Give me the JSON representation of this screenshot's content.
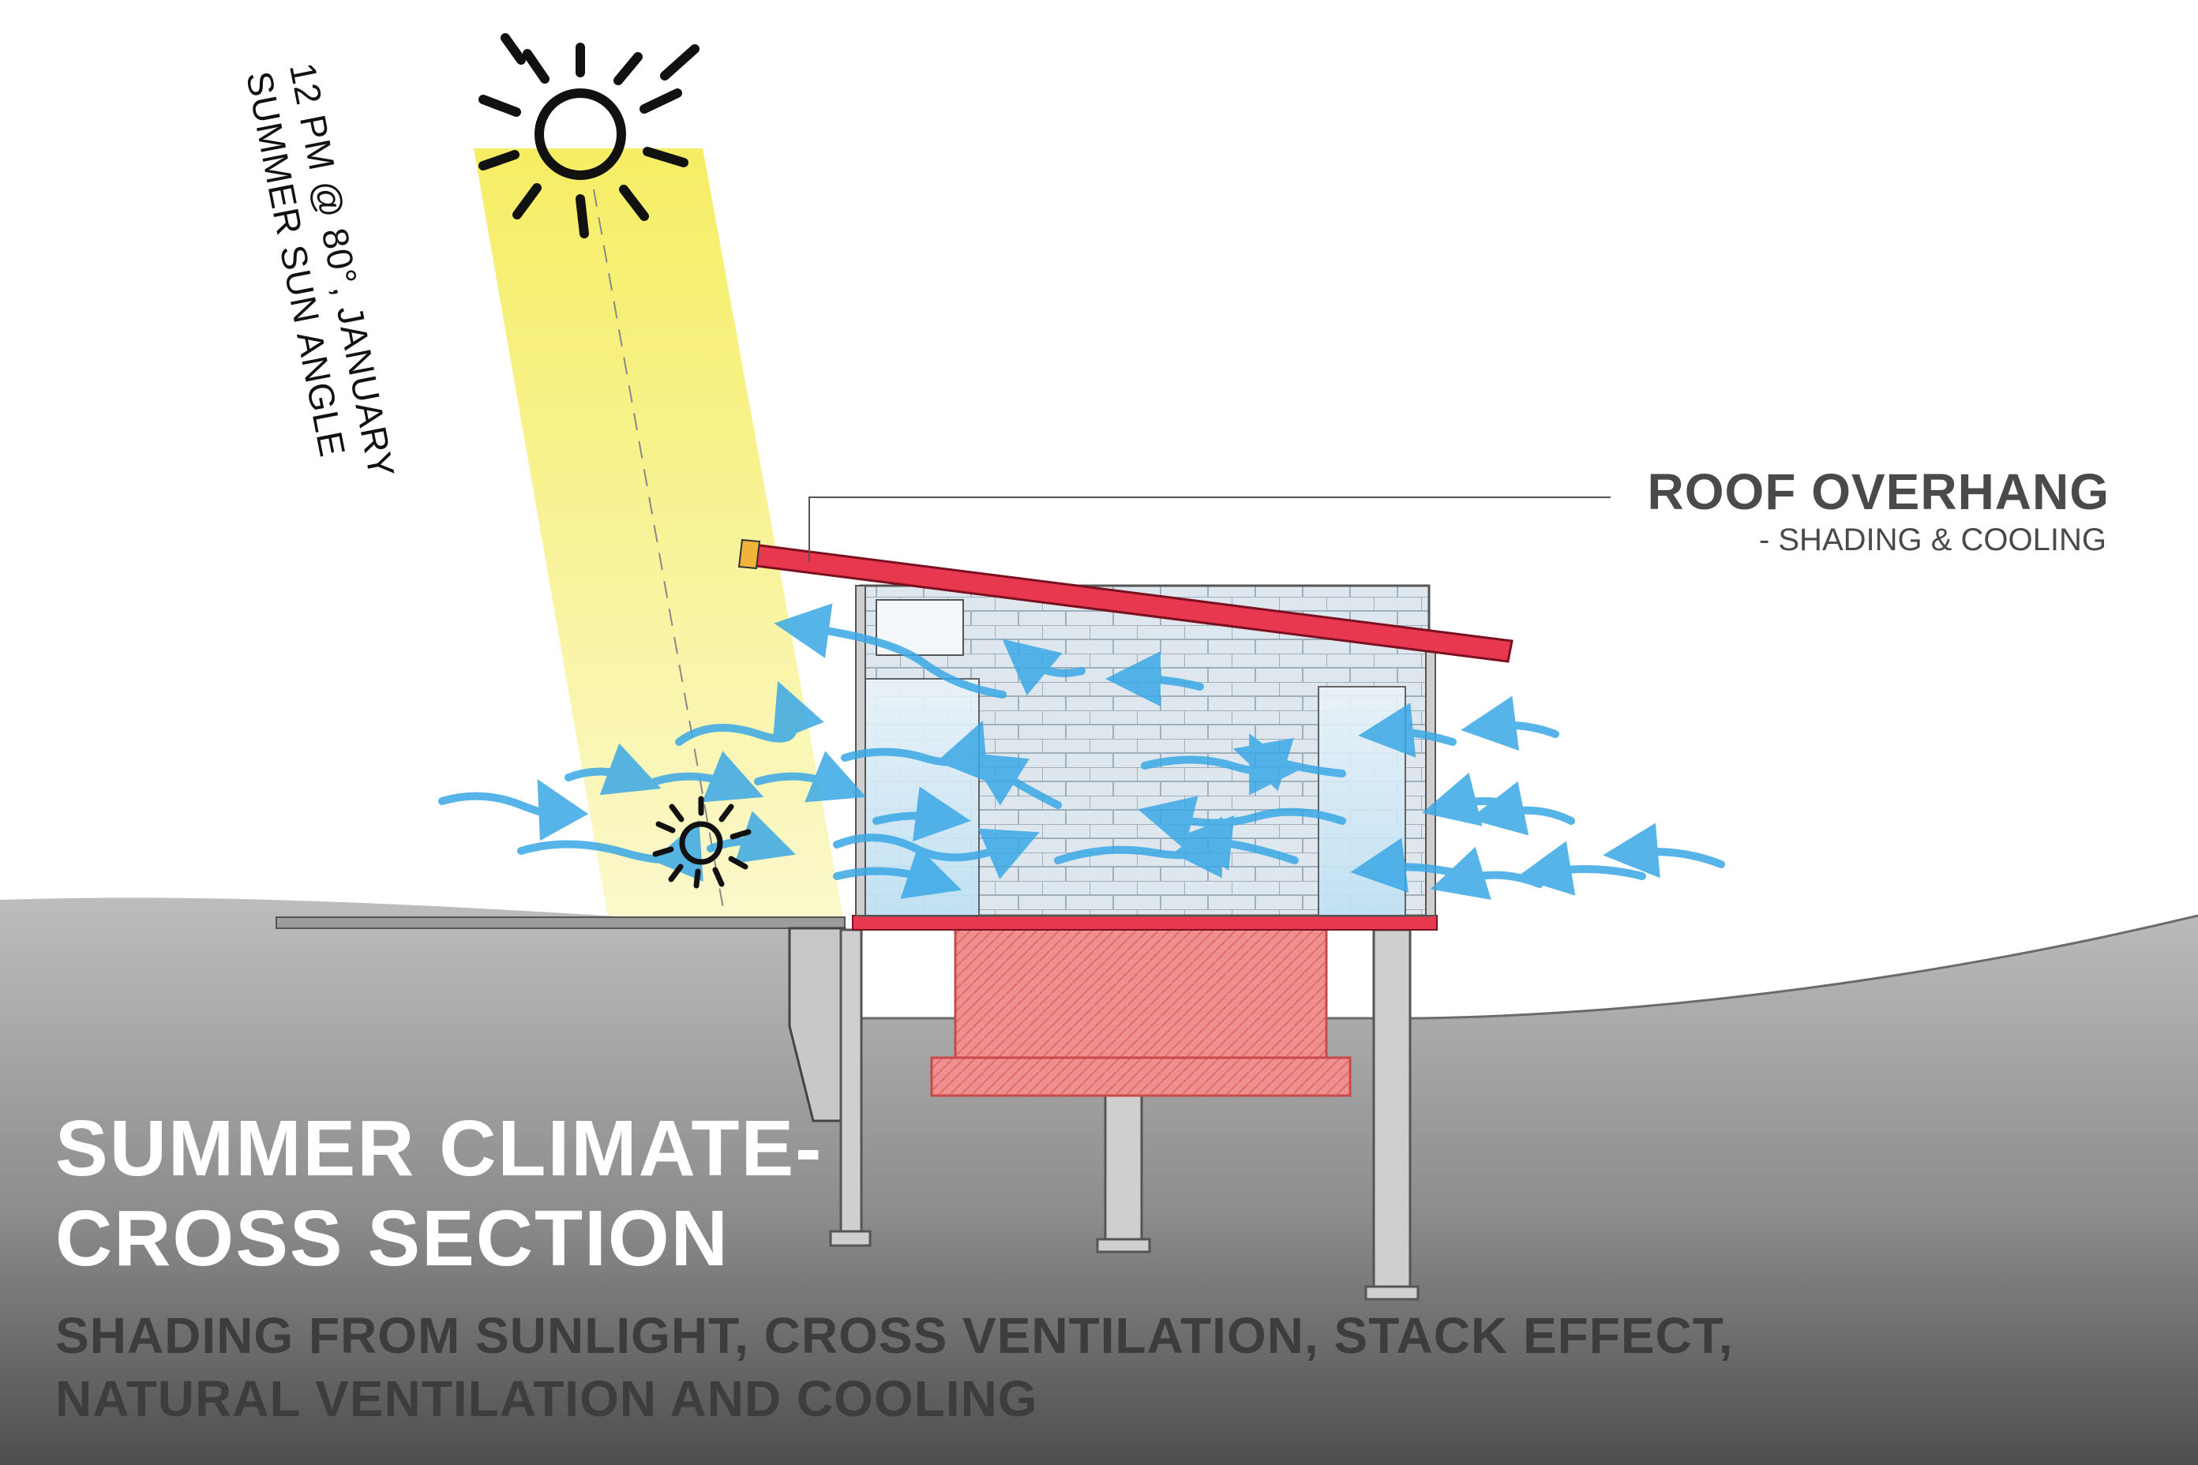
{
  "sun_annotation": {
    "line1": "12 PM @ 80°, JANUARY",
    "line2": "SUMMER SUN ANGLE"
  },
  "callout": {
    "title": "ROOF OVERHANG",
    "subtitle": "- SHADING & COOLING"
  },
  "heading": {
    "line1": "SUMMER CLIMATE-",
    "line2": "CROSS SECTION"
  },
  "description": {
    "line1": "SHADING FROM SUNLIGHT, CROSS VENTILATION, STACK EFFECT,",
    "line2": "NATURAL VENTILATION AND COOLING"
  },
  "colors": {
    "ground_top": "#b9b9b9",
    "ground_bottom": "#4f4f4f",
    "roof": "#e8384f",
    "foundation": "#ef8e8e",
    "sun_beam": "#f7f07a",
    "airflow": "#3aa8e6",
    "wall_glass": "#cfe6f4"
  },
  "icons": [
    "sun-icon",
    "small-sun-icon",
    "airflow-arrow-icon"
  ]
}
